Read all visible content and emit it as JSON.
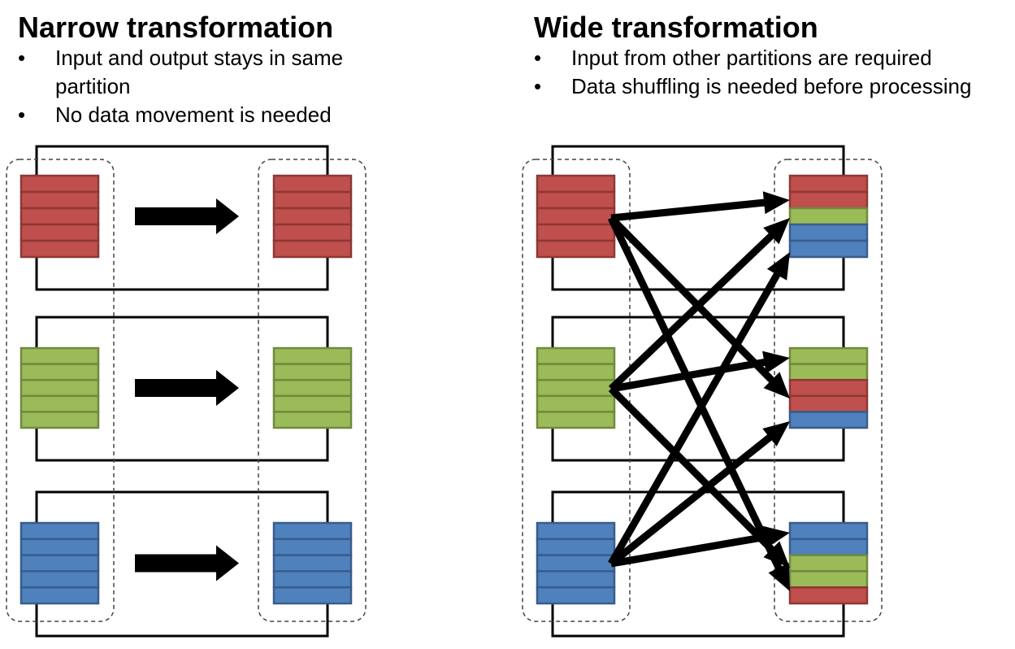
{
  "narrow": {
    "title": "Narrow transformation",
    "bullets": [
      "Input and output stays in same partition",
      "No data movement is needed"
    ]
  },
  "wide": {
    "title": "Wide transformation",
    "bullets": [
      "Input from other partitions are required",
      "Data shuffling is needed before processing"
    ]
  },
  "colors": {
    "red_fill": "#c0504d",
    "red_edge": "#8c3836",
    "green_fill": "#9bbb59",
    "green_edge": "#71893f",
    "blue_fill": "#4f81bd",
    "blue_edge": "#385d8a"
  }
}
